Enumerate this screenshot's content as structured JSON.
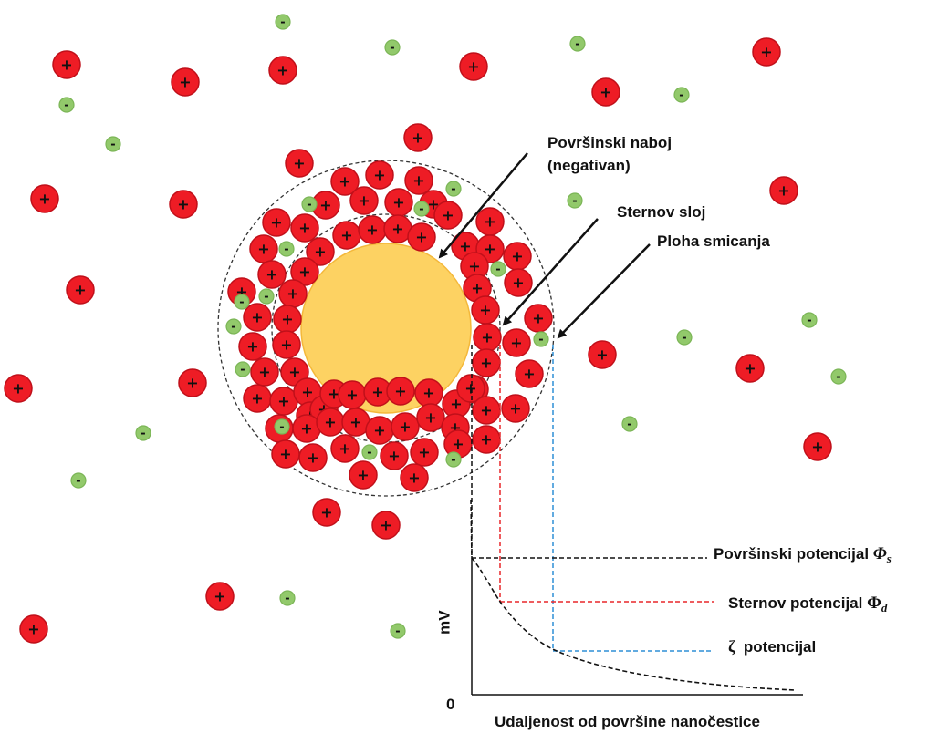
{
  "labels": {
    "surface_charge_line1": "Površinski naboj",
    "surface_charge_line2": "(negativan)",
    "stern_layer": "Sternov sloj",
    "shear_plane": "Ploha smicanja",
    "surface_potential_text": "Površinski potencijal",
    "surface_potential_symbol": "Φ",
    "surface_potential_sub": "s",
    "stern_potential_text": "Sternov potencijal",
    "stern_potential_symbol": "Φ",
    "stern_potential_sub": "d",
    "zeta_symbol": "ζ",
    "zeta_text": "potencijal",
    "y_axis": "mV",
    "origin": "0",
    "x_axis": "Udaljenost od površine nanočestice"
  },
  "signs": {
    "positive": "+",
    "negative": "-"
  },
  "colors": {
    "cation_fill": "#ee1c25",
    "cation_stroke": "#c0101a",
    "anion_fill": "#92c96b",
    "anion_stroke": "#7bb556",
    "particle_fill": "#fdd262",
    "particle_stroke": "#f4b83a",
    "stern_line": "#e8262a",
    "zeta_line": "#2e8fd6",
    "surface_line": "#111111"
  }
}
